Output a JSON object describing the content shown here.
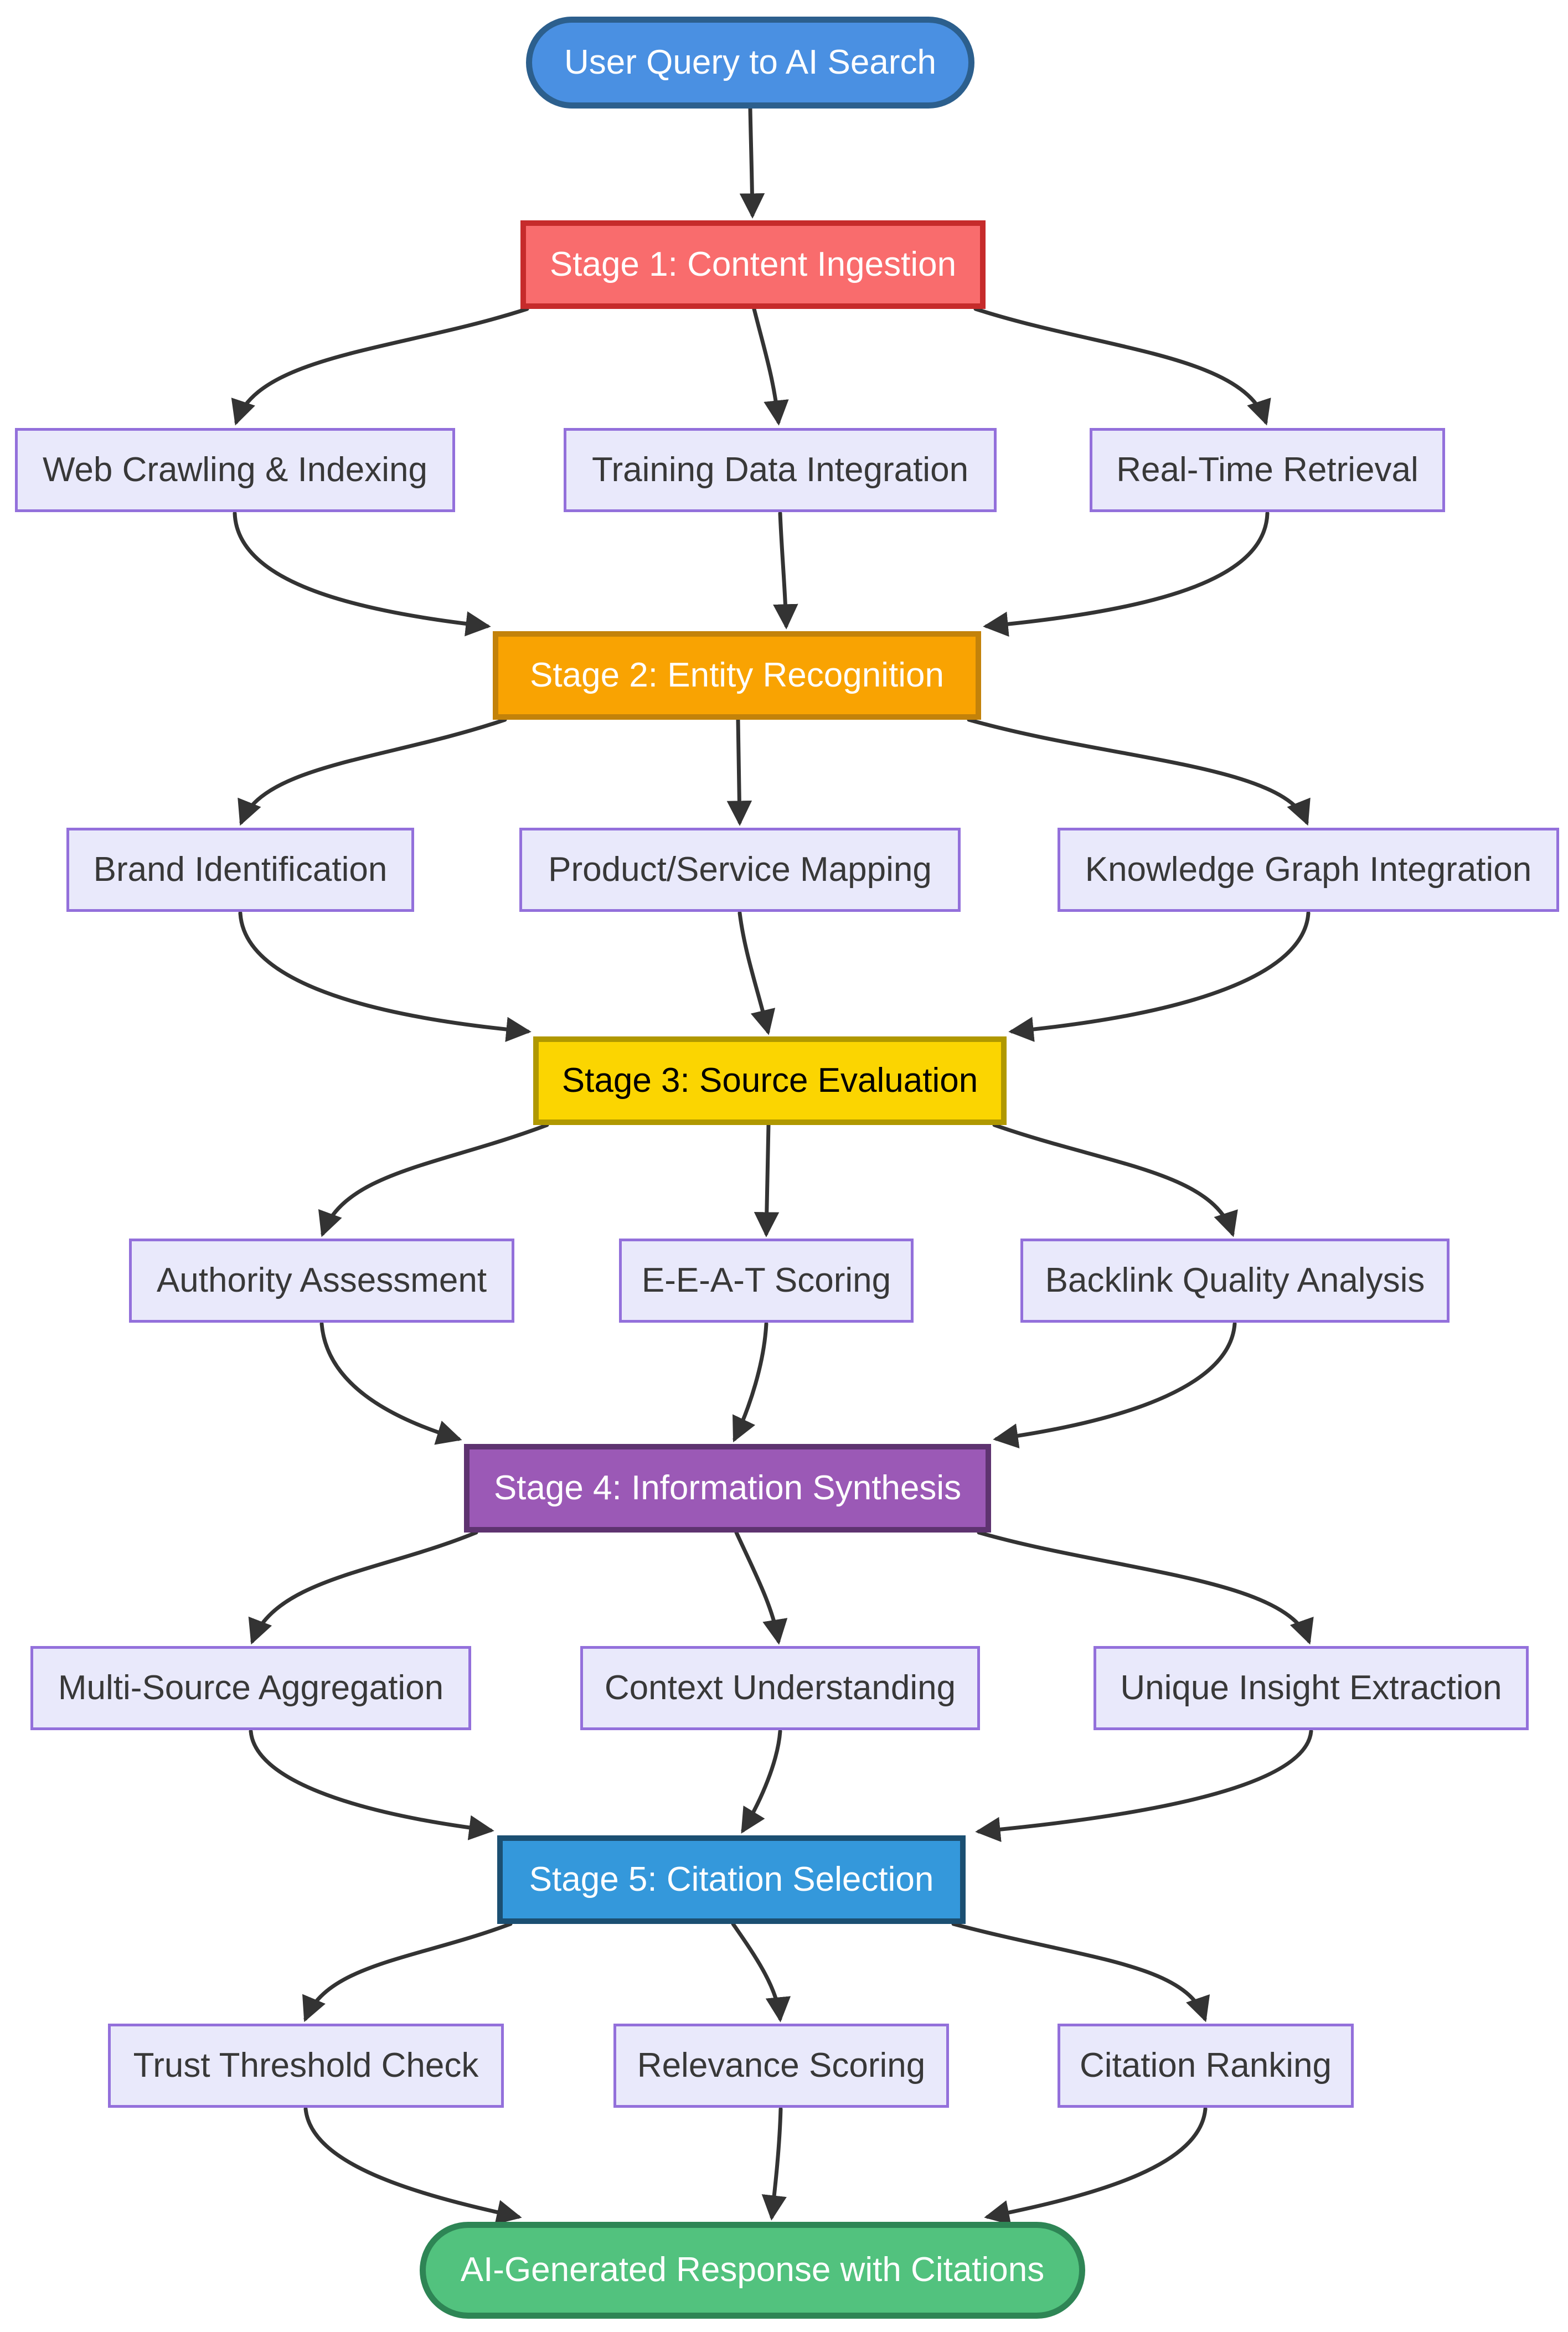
{
  "diagram": {
    "type": "flowchart",
    "direction": "top-down",
    "background": "#ffffff",
    "edge_color": "#333333"
  },
  "nodes": [
    {
      "id": "user-query",
      "label": "User Query to AI Search",
      "shape": "stadium",
      "fill": "#4A90E2",
      "border": "#2C5F8D",
      "text_color": "#FFFFFF"
    },
    {
      "id": "stage-1",
      "label": "Stage 1: Content Ingestion",
      "shape": "rect",
      "fill": "#F96C6D",
      "border": "#C62B2B",
      "text_color": "#FFFFFF"
    },
    {
      "id": "web-crawling-indexing",
      "label": "Web Crawling & Indexing",
      "shape": "rect",
      "fill": "#E9E9FB",
      "border": "#9370DB",
      "text_color": "#383838"
    },
    {
      "id": "training-data-integration",
      "label": "Training Data Integration",
      "shape": "rect",
      "fill": "#E9E9FB",
      "border": "#9370DB",
      "text_color": "#383838"
    },
    {
      "id": "real-time-retrieval",
      "label": "Real-Time Retrieval",
      "shape": "rect",
      "fill": "#E9E9FB",
      "border": "#9370DB",
      "text_color": "#383838"
    },
    {
      "id": "stage-2",
      "label": "Stage 2: Entity Recognition",
      "shape": "rect",
      "fill": "#F9A302",
      "border": "#C3820A",
      "text_color": "#FFFFFF"
    },
    {
      "id": "brand-identification",
      "label": "Brand Identification",
      "shape": "rect",
      "fill": "#E9E9FB",
      "border": "#9370DB",
      "text_color": "#383838"
    },
    {
      "id": "product-service-mapping",
      "label": "Product/Service Mapping",
      "shape": "rect",
      "fill": "#E9E9FB",
      "border": "#9370DB",
      "text_color": "#383838"
    },
    {
      "id": "knowledge-graph-integration",
      "label": "Knowledge Graph Integration",
      "shape": "rect",
      "fill": "#E9E9FB",
      "border": "#9370DB",
      "text_color": "#383838"
    },
    {
      "id": "stage-3",
      "label": "Stage 3: Source Evaluation",
      "shape": "rect",
      "fill": "#FBD501",
      "border": "#B09800",
      "text_color": "#000000"
    },
    {
      "id": "authority-assessment",
      "label": "Authority Assessment",
      "shape": "rect",
      "fill": "#E9E9FB",
      "border": "#9370DB",
      "text_color": "#383838"
    },
    {
      "id": "eeat-scoring",
      "label": "E-E-A-T Scoring",
      "shape": "rect",
      "fill": "#E9E9FB",
      "border": "#9370DB",
      "text_color": "#383838"
    },
    {
      "id": "backlink-quality-analysis",
      "label": "Backlink Quality Analysis",
      "shape": "rect",
      "fill": "#E9E9FB",
      "border": "#9370DB",
      "text_color": "#383838"
    },
    {
      "id": "stage-4",
      "label": "Stage 4: Information Synthesis",
      "shape": "rect",
      "fill": "#9B59B6",
      "border": "#5E3370",
      "text_color": "#FFFFFF"
    },
    {
      "id": "multi-source-aggregation",
      "label": "Multi-Source Aggregation",
      "shape": "rect",
      "fill": "#E9E9FB",
      "border": "#9370DB",
      "text_color": "#383838"
    },
    {
      "id": "context-understanding",
      "label": "Context Understanding",
      "shape": "rect",
      "fill": "#E9E9FB",
      "border": "#9370DB",
      "text_color": "#383838"
    },
    {
      "id": "unique-insight-extraction",
      "label": "Unique Insight Extraction",
      "shape": "rect",
      "fill": "#E9E9FB",
      "border": "#9370DB",
      "text_color": "#383838"
    },
    {
      "id": "stage-5",
      "label": "Stage 5: Citation Selection",
      "shape": "rect",
      "fill": "#3498DB",
      "border": "#1B4F72",
      "text_color": "#FFFFFF"
    },
    {
      "id": "trust-threshold-check",
      "label": "Trust Threshold Check",
      "shape": "rect",
      "fill": "#E9E9FB",
      "border": "#9370DB",
      "text_color": "#383838"
    },
    {
      "id": "relevance-scoring",
      "label": "Relevance Scoring",
      "shape": "rect",
      "fill": "#E9E9FB",
      "border": "#9370DB",
      "text_color": "#383838"
    },
    {
      "id": "citation-ranking",
      "label": "Citation Ranking",
      "shape": "rect",
      "fill": "#E9E9FB",
      "border": "#9370DB",
      "text_color": "#383838"
    },
    {
      "id": "ai-response",
      "label": "AI-Generated Response with Citations",
      "shape": "stadium",
      "fill": "#52C27E",
      "border": "#2E8555",
      "text_color": "#FFFFFF"
    }
  ],
  "edges": [
    {
      "from": "user-query",
      "to": "stage-1"
    },
    {
      "from": "stage-1",
      "to": "web-crawling-indexing"
    },
    {
      "from": "stage-1",
      "to": "training-data-integration"
    },
    {
      "from": "stage-1",
      "to": "real-time-retrieval"
    },
    {
      "from": "web-crawling-indexing",
      "to": "stage-2"
    },
    {
      "from": "training-data-integration",
      "to": "stage-2"
    },
    {
      "from": "real-time-retrieval",
      "to": "stage-2"
    },
    {
      "from": "stage-2",
      "to": "brand-identification"
    },
    {
      "from": "stage-2",
      "to": "product-service-mapping"
    },
    {
      "from": "stage-2",
      "to": "knowledge-graph-integration"
    },
    {
      "from": "brand-identification",
      "to": "stage-3"
    },
    {
      "from": "product-service-mapping",
      "to": "stage-3"
    },
    {
      "from": "knowledge-graph-integration",
      "to": "stage-3"
    },
    {
      "from": "stage-3",
      "to": "authority-assessment"
    },
    {
      "from": "stage-3",
      "to": "eeat-scoring"
    },
    {
      "from": "stage-3",
      "to": "backlink-quality-analysis"
    },
    {
      "from": "authority-assessment",
      "to": "stage-4"
    },
    {
      "from": "eeat-scoring",
      "to": "stage-4"
    },
    {
      "from": "backlink-quality-analysis",
      "to": "stage-4"
    },
    {
      "from": "stage-4",
      "to": "multi-source-aggregation"
    },
    {
      "from": "stage-4",
      "to": "context-understanding"
    },
    {
      "from": "stage-4",
      "to": "unique-insight-extraction"
    },
    {
      "from": "multi-source-aggregation",
      "to": "stage-5"
    },
    {
      "from": "context-understanding",
      "to": "stage-5"
    },
    {
      "from": "unique-insight-extraction",
      "to": "stage-5"
    },
    {
      "from": "stage-5",
      "to": "trust-threshold-check"
    },
    {
      "from": "stage-5",
      "to": "relevance-scoring"
    },
    {
      "from": "stage-5",
      "to": "citation-ranking"
    },
    {
      "from": "trust-threshold-check",
      "to": "ai-response"
    },
    {
      "from": "relevance-scoring",
      "to": "ai-response"
    },
    {
      "from": "citation-ranking",
      "to": "ai-response"
    }
  ]
}
